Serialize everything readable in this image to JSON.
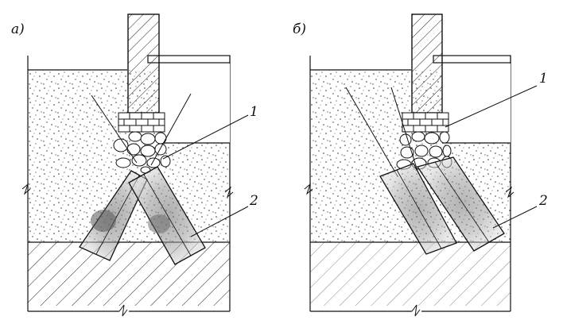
{
  "panels": [
    {
      "id": "a",
      "label": "а)"
    },
    {
      "id": "b",
      "label": "б)"
    }
  ],
  "callouts": {
    "one": "1",
    "two": "2"
  },
  "colors": {
    "ink": "#111111",
    "stipple": "#3a3a3a",
    "shade": "#8c8c8c",
    "paper": "#ffffff"
  }
}
